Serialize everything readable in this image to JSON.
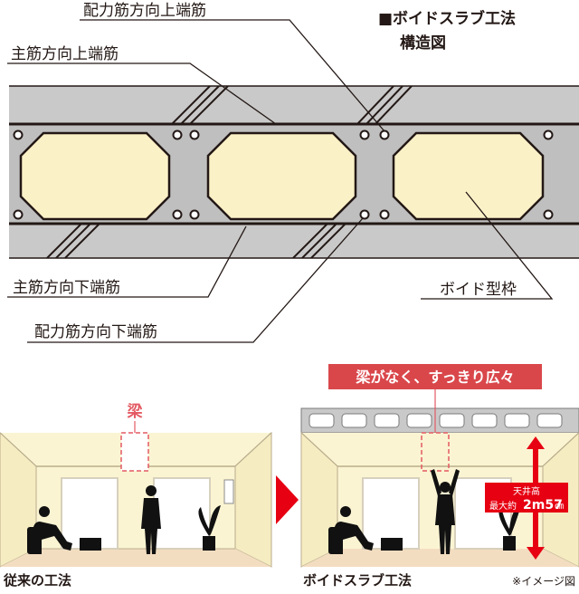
{
  "title": {
    "line1": "■ボイドスラブ工法",
    "line2": "構造図"
  },
  "labels": {
    "haiki_upper": "配力筋方向上端筋",
    "main_upper": "主筋方向上端筋",
    "main_lower": "主筋方向下端筋",
    "haiki_lower": "配力筋方向下端筋",
    "void_form": "ボイド型枠"
  },
  "comparison": {
    "beam_label": "梁",
    "banner": "梁がなく、すっきり広々",
    "conventional_caption": "従来の工法",
    "void_caption": "ボイドスラブ工法",
    "ceiling_label": "天井高",
    "ceiling_value_prefix": "最大約",
    "ceiling_value": "2m57",
    "ceiling_unit": "㎝",
    "image_note": "※イメージ図"
  },
  "colors": {
    "slab_gray": "#c9c9c9",
    "void_fill": "#fbf1c7",
    "room_wall": "#fbf4d2",
    "floor": "#f3ddc0",
    "accent_red": "#e60012",
    "banner_red": "#d9474b"
  }
}
